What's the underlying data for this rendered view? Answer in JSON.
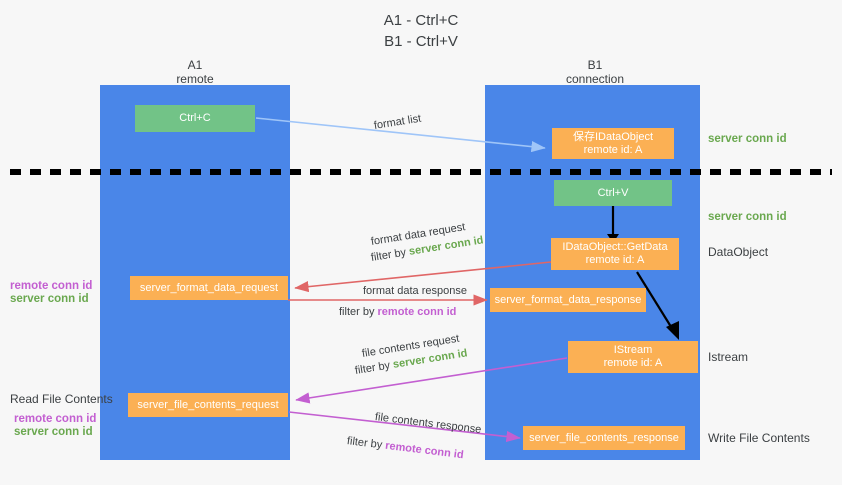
{
  "title": "A1 - Ctrl+C\nB1 - Ctrl+V",
  "columns": [
    {
      "name": "A1",
      "subtitle": "remote"
    },
    {
      "name": "B1",
      "subtitle": "connection"
    }
  ],
  "colors": {
    "lane": "#4a86e8",
    "green_box": "#72c387",
    "orange_box": "#fbb054",
    "server_conn_id": "#6aa84f",
    "remote_conn_id": "#c35fd1",
    "arrow_format_list": "#9fc5f8",
    "arrow_format_data": "#e06666",
    "arrow_file_contents": "#c35fd1",
    "arrow_internal": "#000000",
    "divider": "#000000",
    "background": "#f7f7f7"
  },
  "boxes": {
    "ctrl_c": "Ctrl+C",
    "ctrl_v": "Ctrl+V",
    "save_idataobject": {
      "line1": "保存IDataObject",
      "line2": "remote id: A"
    },
    "getdata": {
      "line1": "IDataObject::GetData",
      "line2": "remote id: A"
    },
    "istream": {
      "line1": "IStream",
      "line2": "remote id: A"
    },
    "server_format_data_request": "server_format_data_request",
    "server_format_data_response": "server_format_data_response",
    "server_file_contents_request": "server_file_contents_request",
    "server_file_contents_response": "server_file_contents_response"
  },
  "edges": {
    "format_list": "format list",
    "format_data_request": "format data request",
    "format_data_response": "format data response",
    "file_contents_request": "file contents request",
    "file_contents_response": "file contents response",
    "filter_by": "filter by",
    "server_conn_id": "server conn id",
    "remote_conn_id": "remote conn id"
  },
  "right_labels": {
    "server_conn_id_top": "server conn id",
    "server_conn_id_mid": "server conn id",
    "dataobject": "DataObject",
    "istream": "Istream",
    "write_file_contents": "Write File Contents"
  },
  "left_labels": {
    "remote_conn_id_1": "remote conn id",
    "server_conn_id_1": "server conn id",
    "read_file_contents": "Read File Contents",
    "remote_conn_id_2": "remote conn id",
    "server_conn_id_2": "server conn id"
  }
}
